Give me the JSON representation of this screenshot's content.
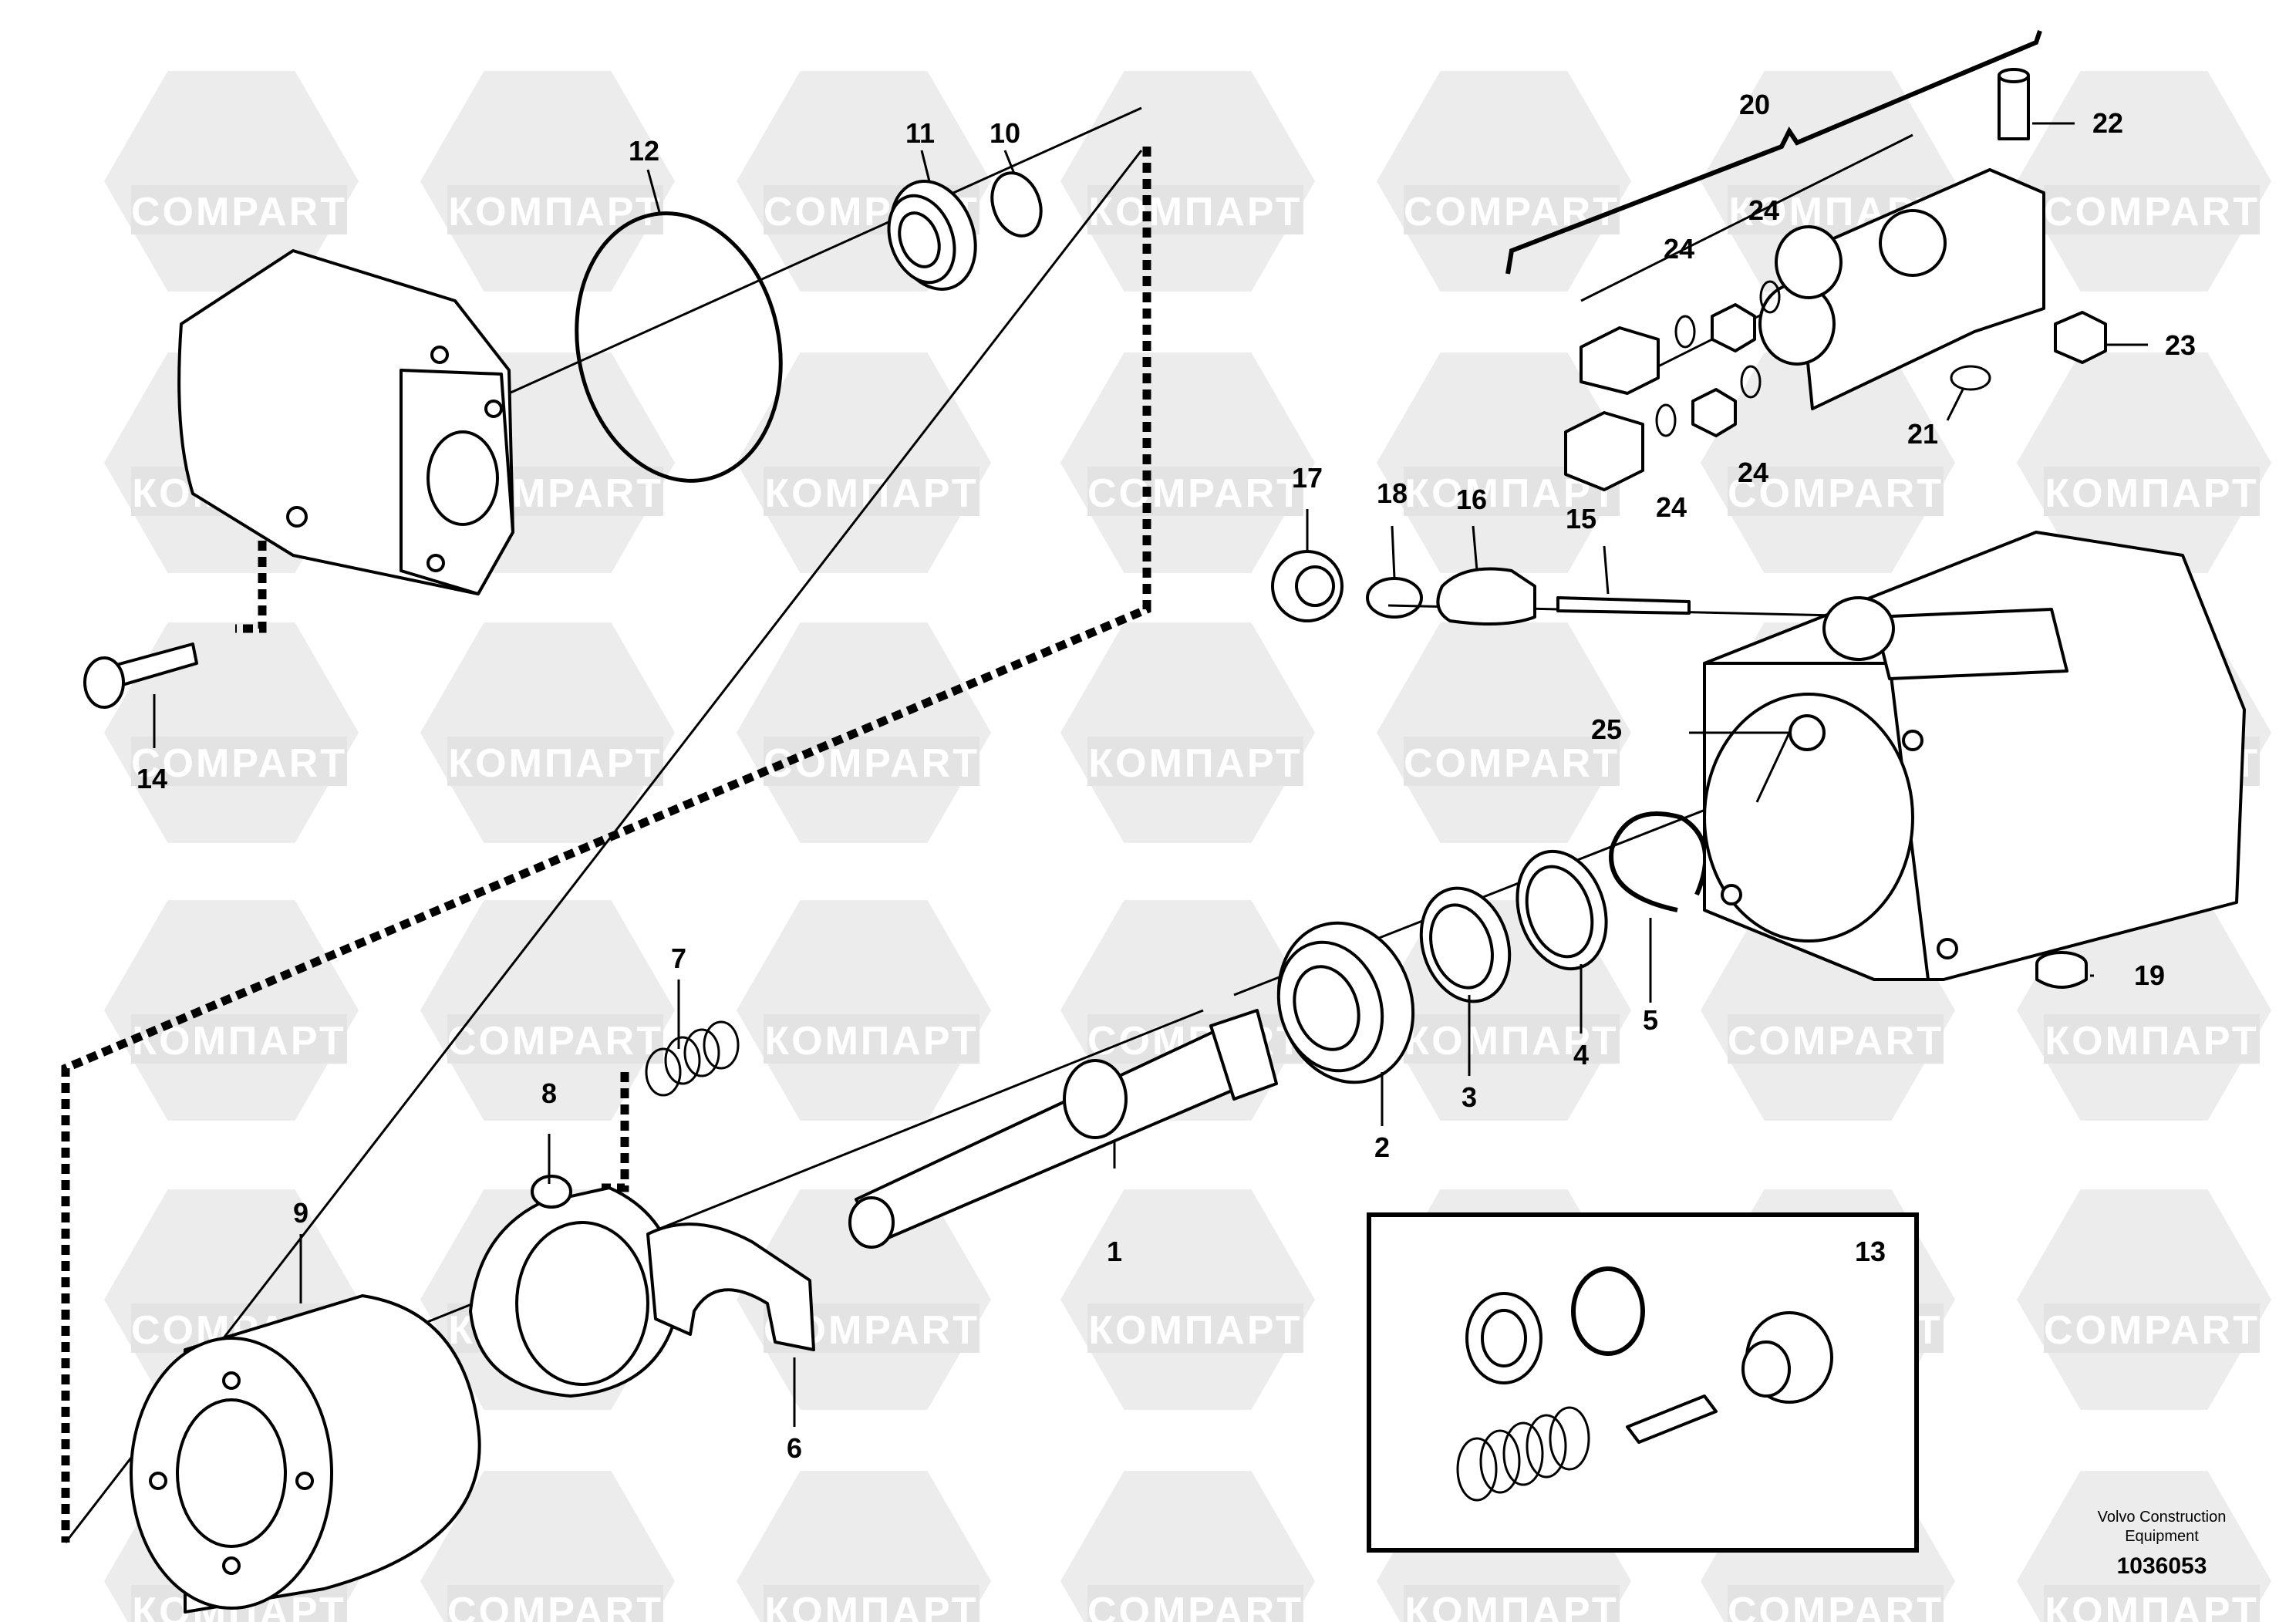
{
  "watermark": {
    "latin": "COMPART",
    "cyrillic": "КОМПАРТ"
  },
  "callouts": [
    "1",
    "2",
    "3",
    "4",
    "5",
    "6",
    "7",
    "8",
    "9",
    "10",
    "11",
    "12",
    "13",
    "14",
    "15",
    "16",
    "17",
    "18",
    "19",
    "20",
    "21",
    "22",
    "23",
    "24",
    "24",
    "24",
    "24",
    "25"
  ],
  "footer": {
    "company_line1": "Volvo Construction",
    "company_line2": "Equipment",
    "drawing_number": "1036053"
  }
}
